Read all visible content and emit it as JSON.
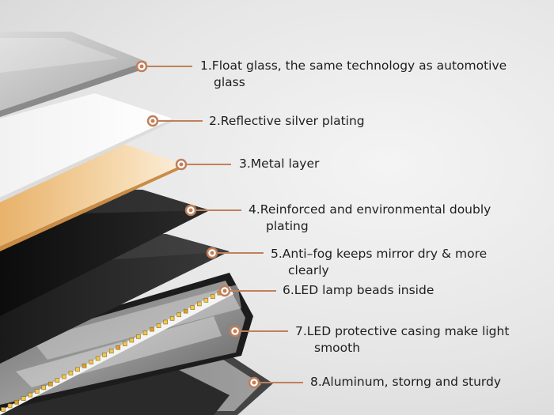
{
  "diagram": {
    "accent_color": "#c0805a",
    "layers": [
      {
        "id": "layer-1",
        "line1": "1.Float glass, the same technology as automotive",
        "line2": "glass"
      },
      {
        "id": "layer-2",
        "line1": "2.Reflective silver plating",
        "line2": ""
      },
      {
        "id": "layer-3",
        "line1": "3.Metal layer",
        "line2": ""
      },
      {
        "id": "layer-4",
        "line1": "4.Reinforced and environmental doubly",
        "line2": "plating"
      },
      {
        "id": "layer-5",
        "line1": "5.Anti–fog keeps mirror dry & more",
        "line2": "clearly"
      },
      {
        "id": "layer-6",
        "line1": "6.LED lamp beads inside",
        "line2": ""
      },
      {
        "id": "layer-7",
        "line1": "7.LED protective casing make light",
        "line2": "smooth"
      },
      {
        "id": "layer-8",
        "line1": "8.Aluminum, storng and sturdy",
        "line2": ""
      }
    ]
  }
}
